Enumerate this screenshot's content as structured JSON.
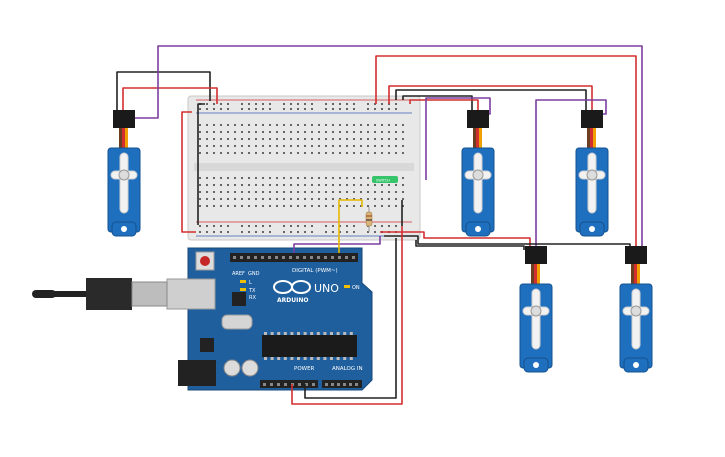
{
  "board": {
    "brand": "ARDUINO",
    "model": "UNO",
    "digital_label": "DIGITAL (PWM~)",
    "power_label": "POWER",
    "analog_label": "ANALOG IN",
    "tx_label": "TX",
    "rx_label": "RX",
    "l_label": "L",
    "on_label": "ON",
    "aref_label": "AREF",
    "gnd_label": "GND"
  },
  "button": {
    "label": "SWITCH"
  },
  "colors": {
    "wire_red": "#d32f2f",
    "wire_black": "#222222",
    "wire_purple": "#7b3fa0",
    "wire_yellow": "#e6b800",
    "servo_blue": "#1f6fbf",
    "board_blue": "#1f5f9e",
    "breadboard": "#e9e9e9",
    "button_green": "#35c46a"
  }
}
